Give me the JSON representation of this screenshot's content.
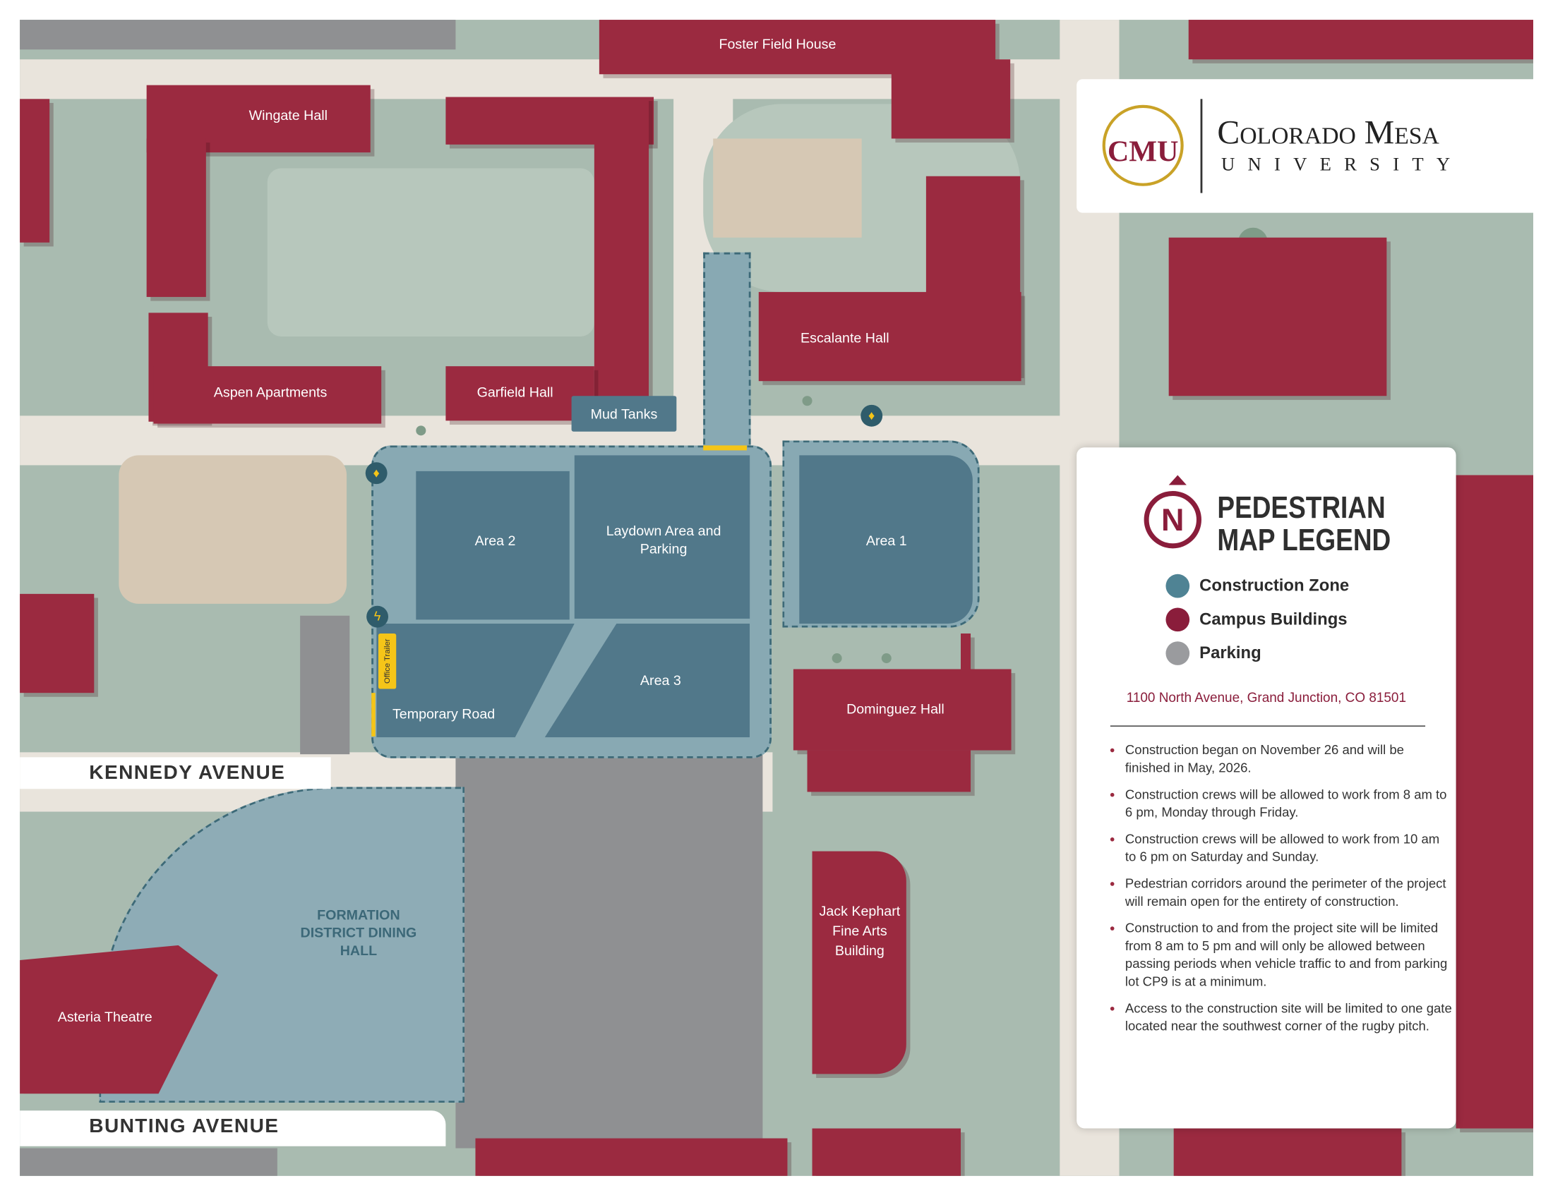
{
  "branding": {
    "logo_monogram": "CMU",
    "university_name_line1": "Colorado Mesa",
    "university_name_line2": "UNIVERSITY"
  },
  "colors": {
    "construction_zone": "#51788a",
    "campus_buildings": "#9b2a40",
    "parking": "#9a9b9e",
    "brand_maroon": "#8a1d3b"
  },
  "buildings": {
    "foster": "Foster Field House",
    "wingate": "Wingate Hall",
    "escalante": "Escalante Hall",
    "aspen": "Aspen Apartments",
    "garfield": "Garfield Hall",
    "dominguez": "Dominguez Hall",
    "kephart": "Jack Kephart Fine Arts Building",
    "asteria": "Asteria Theatre",
    "formation": "FORMATION DISTRICT DINING HALL"
  },
  "construction": {
    "mud_tanks": "Mud Tanks",
    "area1": "Area 1",
    "area2": "Area 2",
    "area3": "Area 3",
    "laydown": "Laydown Area and Parking",
    "temporary_road": "Temporary Road",
    "office_trailer": "Office Trailer"
  },
  "icons": {
    "hydrant": "fire-hydrant-icon",
    "power": "power-icon",
    "north": "north-arrow-icon"
  },
  "streets": {
    "kennedy": "KENNEDY AVENUE",
    "bunting": "BUNTING AVENUE"
  },
  "legend": {
    "title_line1": "PEDESTRIAN",
    "title_line2": "MAP LEGEND",
    "north_letter": "N",
    "items": [
      {
        "label": "Construction Zone"
      },
      {
        "label": "Campus Buildings"
      },
      {
        "label": "Parking"
      }
    ],
    "address": "1100 North Avenue, Grand Junction, CO 81501",
    "notes": [
      "Construction began on November 26 and will be finished in May, 2026.",
      "Construction crews will be allowed to work from 8 am to 6 pm, Monday through Friday.",
      "Construction crews will be allowed to work from 10 am to 6 pm on Saturday and Sunday.",
      "Pedestrian corridors around the perimeter of the project will remain open for the entirety of construction.",
      "Construction to and from the project site will be limited from 8 am to 5 pm and will only be allowed between passing periods when vehicle traffic to and from parking lot CP9 is at a minimum.",
      "Access to the construction site will be limited to one gate located near the southwest corner of the rugby pitch."
    ]
  }
}
